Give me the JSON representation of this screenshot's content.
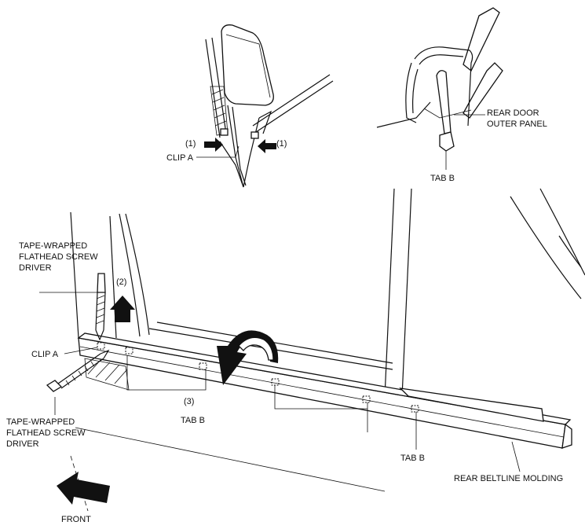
{
  "labels": {
    "clip_a_top": "CLIP A",
    "step1_left": "(1)",
    "step1_right": "(1)",
    "rear_door_outer_panel_l1": "REAR DOOR",
    "rear_door_outer_panel_l2": "OUTER PANEL",
    "tab_b_top": "TAB B",
    "tool_top_l1": "TAPE-WRAPPED",
    "tool_top_l2": "FLATHEAD SCREW",
    "tool_top_l3": "DRIVER",
    "step2": "(2)",
    "clip_a_main": "CLIP A",
    "tab_b_left": "TAB B",
    "step3": "(3)",
    "tool_bottom_l1": "TAPE-WRAPPED",
    "tool_bottom_l2": "FLATHEAD SCREW",
    "tool_bottom_l3": "DRIVER",
    "tab_b_right": "TAB B",
    "rear_beltline_molding": "REAR BELTLINE MOLDING",
    "front": "FRONT"
  },
  "icons": {
    "push_arrow": "arrow-icon",
    "rotate_arrow": "curved-arrow-icon",
    "front_arrow": "arrow-left-icon"
  },
  "colors": {
    "line": "#111111",
    "background": "#ffffff"
  }
}
